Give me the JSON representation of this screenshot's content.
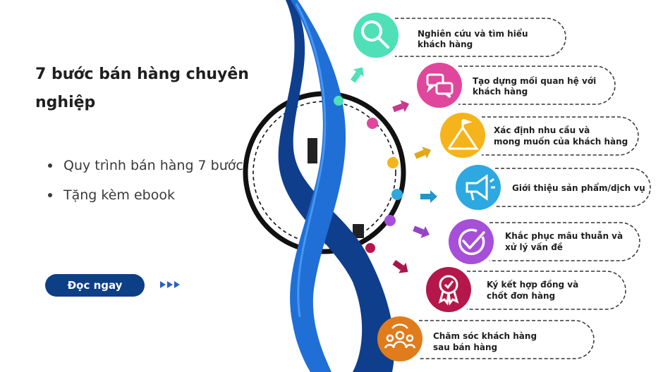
{
  "headline": "7 bước bán hàng chuyên nghiệp",
  "bullets": [
    "Quy trình bán hàng 7 bước",
    "Tặng kèm ebook"
  ],
  "cta_label": "Đọc ngay",
  "arrows_icon": "triple-chevron-right-icon",
  "steps": [
    {
      "lines": [
        "Nghiên cứu và tìm hiểu",
        "khách hàng"
      ],
      "icon": "magnifier-icon",
      "color": "#4fe0b8"
    },
    {
      "lines": [
        "Tạo dựng mối quan hệ với",
        "khách hàng"
      ],
      "icon": "chat-bubbles-icon",
      "color": "#e0479c"
    },
    {
      "lines": [
        "Xác định nhu cầu và",
        "mong muốn của khách hàng"
      ],
      "icon": "mountain-flag-icon",
      "color": "#f6b41c"
    },
    {
      "lines": [
        "Giới thiệu sản phẩm/dịch vụ"
      ],
      "icon": "megaphone-icon",
      "color": "#2da8e0"
    },
    {
      "lines": [
        "Khắc phục mâu thuẫn và",
        "xử lý vấn đề"
      ],
      "icon": "check-circle-icon",
      "color": "#a64fd9"
    },
    {
      "lines": [
        "Ký kết hợp đồng và",
        "chốt đơn hàng"
      ],
      "icon": "award-badge-icon",
      "color": "#b5174a"
    },
    {
      "lines": [
        "Chăm sóc khách hàng",
        "sau bán hàng"
      ],
      "icon": "team-care-icon",
      "color": "#e07c1c"
    }
  ]
}
